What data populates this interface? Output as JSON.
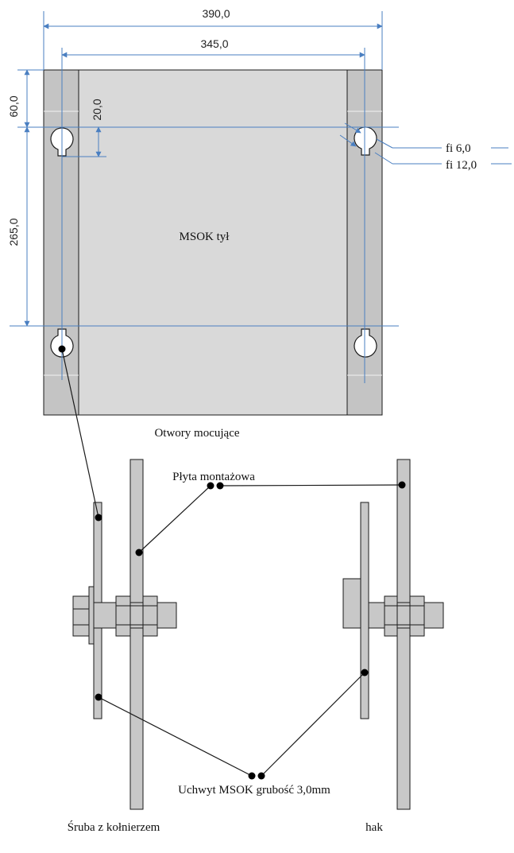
{
  "dimensions": {
    "overall_width": "390,0",
    "hole_spacing_width": "345,0",
    "top_offset": "60,0",
    "slot_length": "20,0",
    "hole_spacing_height": "265,0",
    "small_diameter": "fi 6,0",
    "large_diameter": "fi 12,0"
  },
  "labels": {
    "panel": "MSOK tył",
    "mounting_holes": "Otwory mocujące",
    "mounting_plate": "Płyta montażowa",
    "bracket": "Uchwyt MSOK grubość 3,0mm",
    "flange_screw": "Śruba z kołnierzem",
    "hook": "hak"
  },
  "colors": {
    "dimension_line": "#4a7fc1",
    "panel_fill": "#d9d9d9",
    "rail_fill": "#c4c4c4",
    "part_fill": "#c8c8c8",
    "stroke": "#1a1a1a"
  }
}
